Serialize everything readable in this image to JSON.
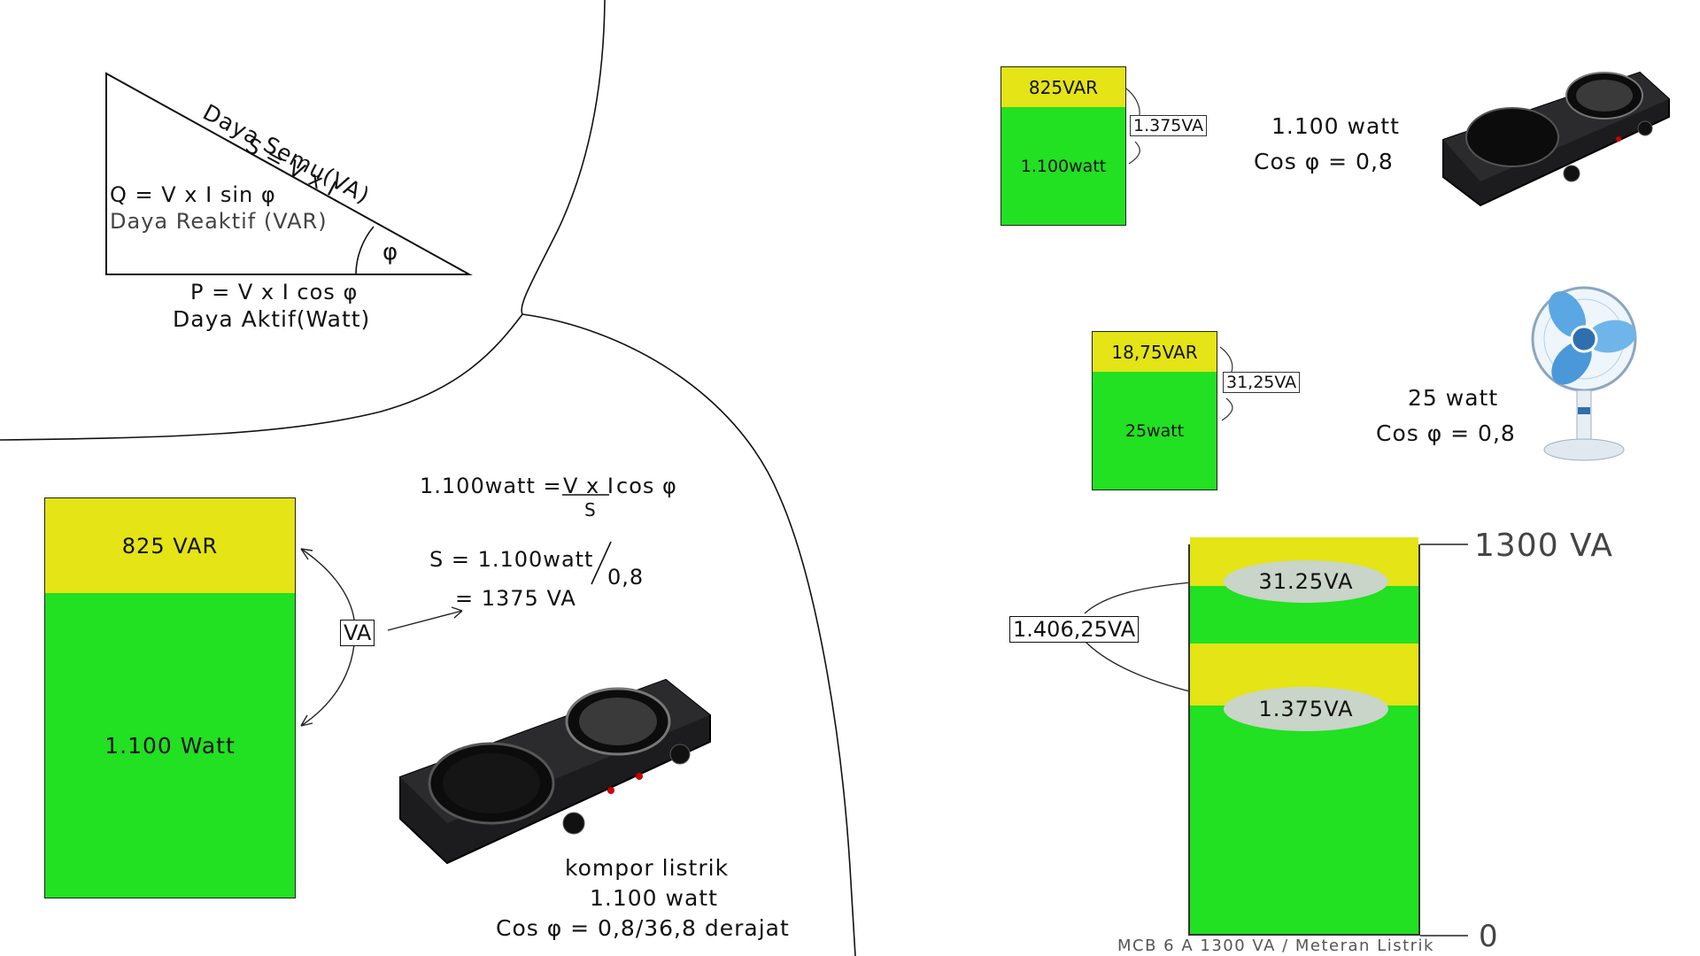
{
  "triangle": {
    "s_formula": "S = V x I",
    "s_label": "Daya Semu(VA)",
    "q_formula": "Q = V x I sin φ",
    "q_label": "Daya Reaktif (VAR)",
    "p_formula": "P = V x I cos φ",
    "p_label": "Daya Aktif(Watt)",
    "angle": "φ"
  },
  "left_bar": {
    "var_label": "825 VAR",
    "watt_label": "1.100 Watt",
    "va_tag": "VA"
  },
  "calculation": {
    "line1_lhs": "1.100watt = ",
    "line1_num": "V x I",
    "line1_rhs": " cos φ",
    "line1_den": "S",
    "line2": "S = 1.100watt",
    "line2_div": "0,8",
    "line3": "= 1375 VA"
  },
  "stove_caption": {
    "name": "kompor listrik",
    "watt": "1.100 watt",
    "cos": "Cos φ = 0,8/36,8 derajat"
  },
  "device1": {
    "var_label": "825VAR",
    "watt_label": "1.100watt",
    "va_tag": "1.375VA",
    "watt_text": "1.100 watt",
    "cos_text": "Cos φ = 0,8"
  },
  "device2": {
    "var_label": "18,75VAR",
    "watt_label": "25watt",
    "va_tag": "31,25VA",
    "watt_text": "25 watt",
    "cos_text": "Cos φ = 0,8"
  },
  "meter": {
    "max_label": "1300 VA",
    "min_label": "0",
    "ellipse_top": "31.25VA",
    "ellipse_bottom": "1.375VA",
    "total_tag": "1.406,25VA",
    "caption": "MCB 6 A 1300 VA / Meteran Listrik"
  },
  "colors": {
    "reactive": "#e4e416",
    "active": "#22e022",
    "ellipse": "#c8d5c8"
  }
}
